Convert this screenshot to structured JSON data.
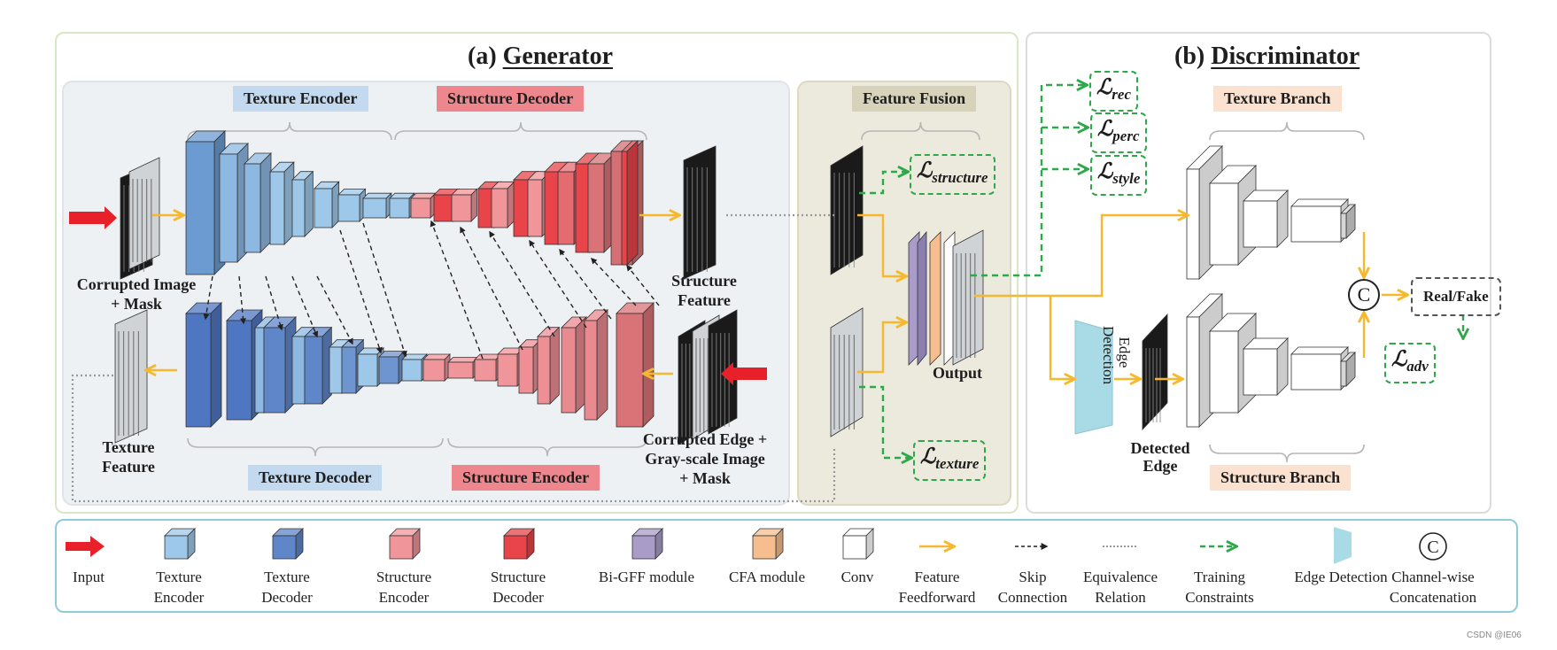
{
  "generator": {
    "title_prefix": "(a)",
    "title": "Generator",
    "tags": {
      "texture_encoder": "Texture Encoder",
      "structure_decoder": "Structure Decoder",
      "texture_decoder": "Texture Decoder",
      "structure_encoder": "Structure Encoder",
      "feature_fusion": "Feature Fusion"
    },
    "labels": {
      "corrupted_image": [
        "Corrupted Image",
        "+ Mask"
      ],
      "structure_feature": [
        "Structure",
        "Feature"
      ],
      "texture_feature": [
        "Texture",
        "Feature"
      ],
      "corrupted_edge": [
        "Corrupted Edge +",
        "Gray-scale Image",
        "+ Mask"
      ],
      "output": "Output"
    },
    "losses": {
      "structure": {
        "symbol": "ℒ",
        "sub": "structure"
      },
      "texture": {
        "symbol": "ℒ",
        "sub": "texture"
      }
    }
  },
  "discriminator": {
    "title_prefix": "(b)",
    "title": "Discriminator",
    "tags": {
      "texture_branch": "Texture Branch",
      "structure_branch": "Structure Branch"
    },
    "edge_detection": [
      "Edge",
      "Detection"
    ],
    "detected_edge": [
      "Detected",
      "Edge"
    ],
    "concat_symbol": "C",
    "real_fake": "Real/Fake",
    "losses": {
      "rec": {
        "symbol": "ℒ",
        "sub": "rec"
      },
      "perc": {
        "symbol": "ℒ",
        "sub": "perc"
      },
      "style": {
        "symbol": "ℒ",
        "sub": "style"
      },
      "adv": {
        "symbol": "ℒ",
        "sub": "adv"
      }
    }
  },
  "legend": {
    "items": [
      {
        "icon": "red-arrow-icon",
        "label": [
          "Input"
        ]
      },
      {
        "icon": "texture-encoder-cube-icon",
        "label": [
          "Texture",
          "Encoder"
        ]
      },
      {
        "icon": "texture-decoder-cube-icon",
        "label": [
          "Texture",
          "Decoder"
        ]
      },
      {
        "icon": "structure-encoder-cube-icon",
        "label": [
          "Structure",
          "Encoder"
        ]
      },
      {
        "icon": "structure-decoder-cube-icon",
        "label": [
          "Structure",
          "Decoder"
        ]
      },
      {
        "icon": "bi-gff-cube-icon",
        "label": [
          "Bi-GFF module"
        ]
      },
      {
        "icon": "cfa-cube-icon",
        "label": [
          "CFA module"
        ]
      },
      {
        "icon": "conv-cube-icon",
        "label": [
          "Conv"
        ]
      },
      {
        "icon": "yellow-arrow-icon",
        "label": [
          "Feature",
          "Feedforward"
        ]
      },
      {
        "icon": "dashed-black-arrow-icon",
        "label": [
          "Skip",
          "Connection"
        ]
      },
      {
        "icon": "dotted-line-icon",
        "label": [
          "Equivalence",
          "Relation"
        ]
      },
      {
        "icon": "dashed-green-arrow-icon",
        "label": [
          "Training",
          "Constraints"
        ]
      },
      {
        "icon": "trapezoid-icon",
        "label": [
          "Edge Detection"
        ]
      },
      {
        "icon": "circled-c-icon",
        "label": [
          "Channel-wise",
          "Concatenation"
        ]
      }
    ]
  },
  "colors": {
    "input_arrow": "#e8202a",
    "feedforward": "#f5b82e",
    "training": "#2ea84a",
    "texture_encoder": "#9ec8ea",
    "texture_decoder": "#5f86c8",
    "structure_encoder": "#f0959a",
    "structure_decoder": "#e84449",
    "bi_gff": "#a99cc8",
    "cfa": "#f6be8f",
    "edge_detection": "#a9dbe6"
  },
  "watermark": "CSDN @IE06"
}
